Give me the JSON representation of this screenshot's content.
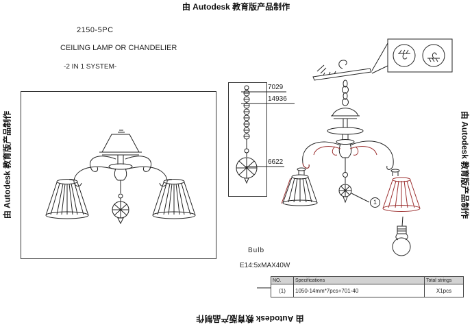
{
  "watermark": {
    "text": "由 Autodesk 教育版产品制作"
  },
  "title_block": {
    "model": "2150-5PC",
    "product": "CEILING LAMP OR CHANDELIER",
    "system": "-2 IN 1 SYSTEM-"
  },
  "part_labels": {
    "chain_top": "7029",
    "beads": "14936",
    "drop": "6622"
  },
  "callout": {
    "number": "1"
  },
  "bulb": {
    "label": "Bulb",
    "spec": "E14:5xMAX40W"
  },
  "spec_table": {
    "headers": {
      "no": "NO.",
      "spec": "Specifications",
      "total": "Total strings"
    },
    "rows": [
      {
        "no": "(1)",
        "spec": "1050-14mm*7pcs+701-40",
        "total": "X1pcs"
      }
    ]
  },
  "colors": {
    "line": "#1f1f1f",
    "accent": "#9c2f2f",
    "table_header_bg": "#d2d2d2"
  }
}
